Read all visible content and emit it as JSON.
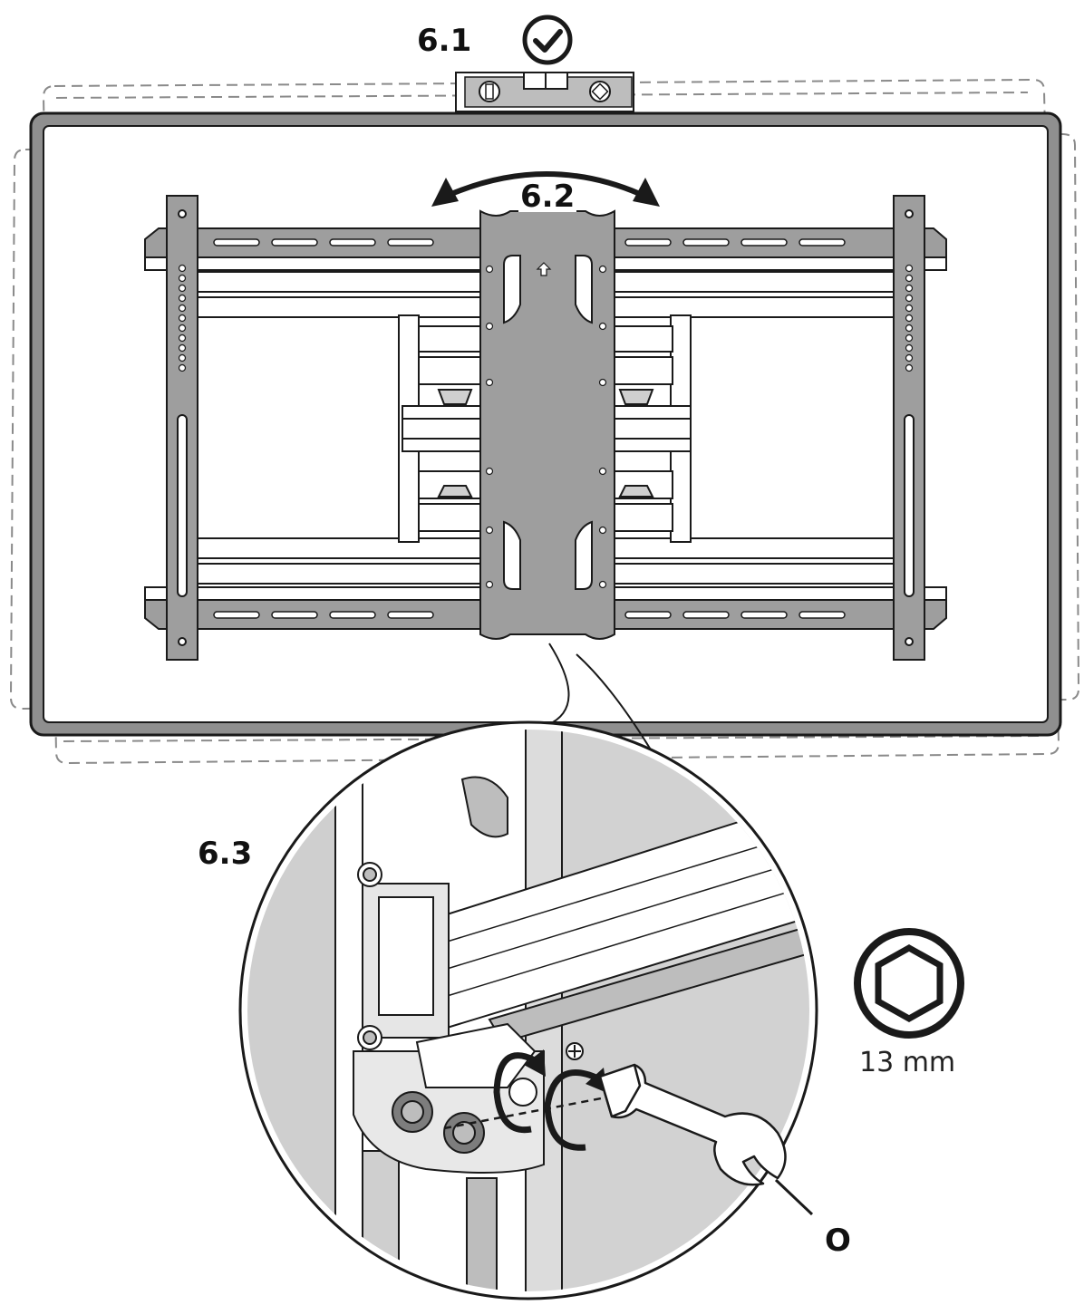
{
  "steps": {
    "level_step": "6.1",
    "tilt_step": "6.2",
    "tighten_step": "6.3"
  },
  "tool": {
    "socket_size": "13 mm",
    "part_letter": "O"
  },
  "icons": [
    "check-circle-icon",
    "spirit-level-icon",
    "rotate-arrows-icon",
    "hex-socket-icon",
    "wrench-icon",
    "plus-icon"
  ],
  "colors": {
    "line": "#1a1a1a",
    "metal": "#9e9e9e",
    "metal_dark": "#7d7d7d",
    "metal_light": "#d6d6d6",
    "dashed": "#8a8a8a"
  }
}
